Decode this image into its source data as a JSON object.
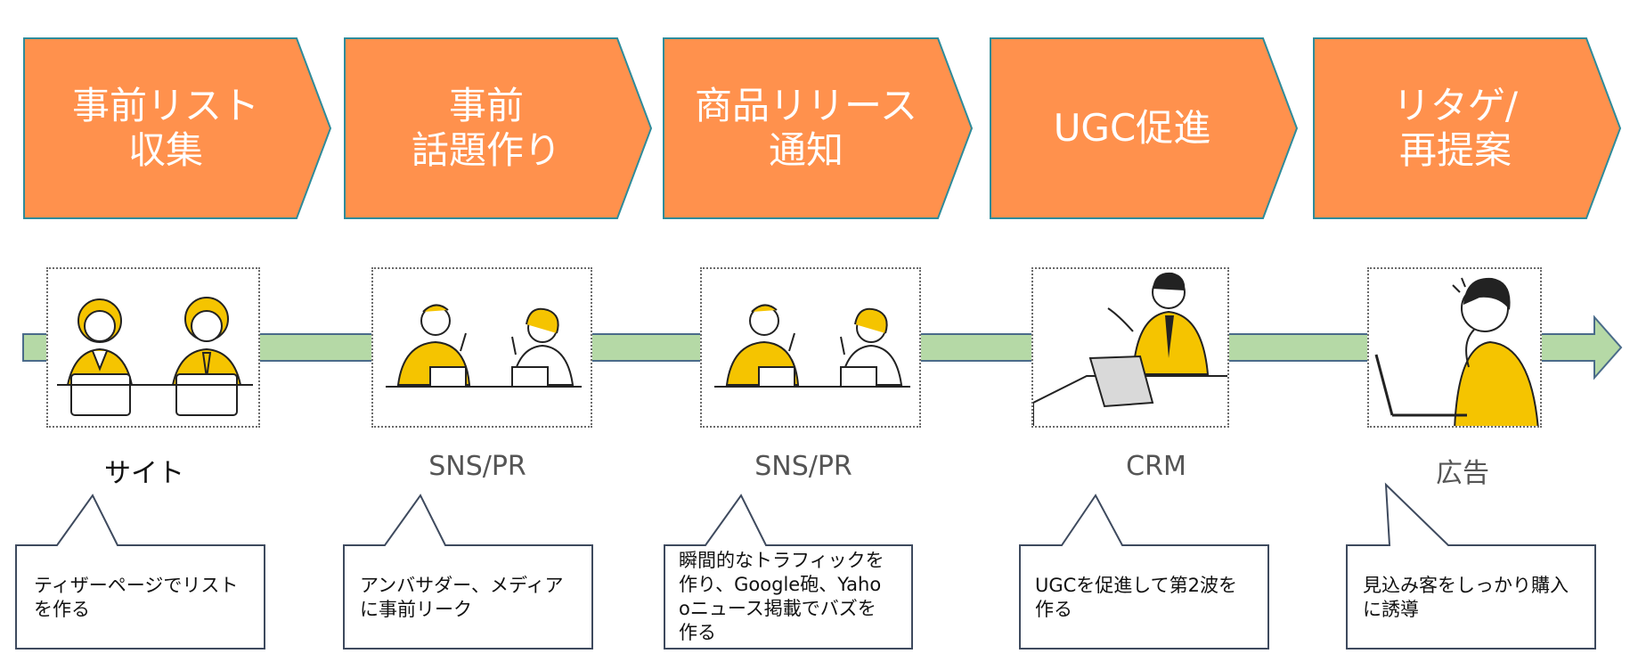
{
  "colors": {
    "chevron_fill": "#FF914D",
    "chevron_border": "#2E8B9A",
    "flow_arrow": "#B5D9A6",
    "figure_yellow": "#F5C400"
  },
  "steps": [
    {
      "label": "事前リスト\n収集",
      "channel": "サイト",
      "callout": "ティザーページでリストを作る"
    },
    {
      "label": "事前\n話題作り",
      "channel": "SNS/PR",
      "callout": "アンバサダー、メディアに事前リーク"
    },
    {
      "label": "商品リリース\n通知",
      "channel": "SNS/PR",
      "callout": "瞬間的なトラフィックを作り、Google砲、Yahooニュース掲載でバズを作る"
    },
    {
      "label": "UGC促進",
      "channel": "CRM",
      "callout": "UGCを促進して第2波を作る"
    },
    {
      "label": "リタゲ/\n再提案",
      "channel": "広告",
      "callout": "見込み客をしっかり購入に誘導"
    }
  ],
  "icons": [
    "flow-arrow-icon",
    "operators-illustration-icon",
    "discussion-illustration-icon",
    "discussion-illustration-icon",
    "presenter-illustration-icon",
    "thinking-person-illustration-icon"
  ]
}
